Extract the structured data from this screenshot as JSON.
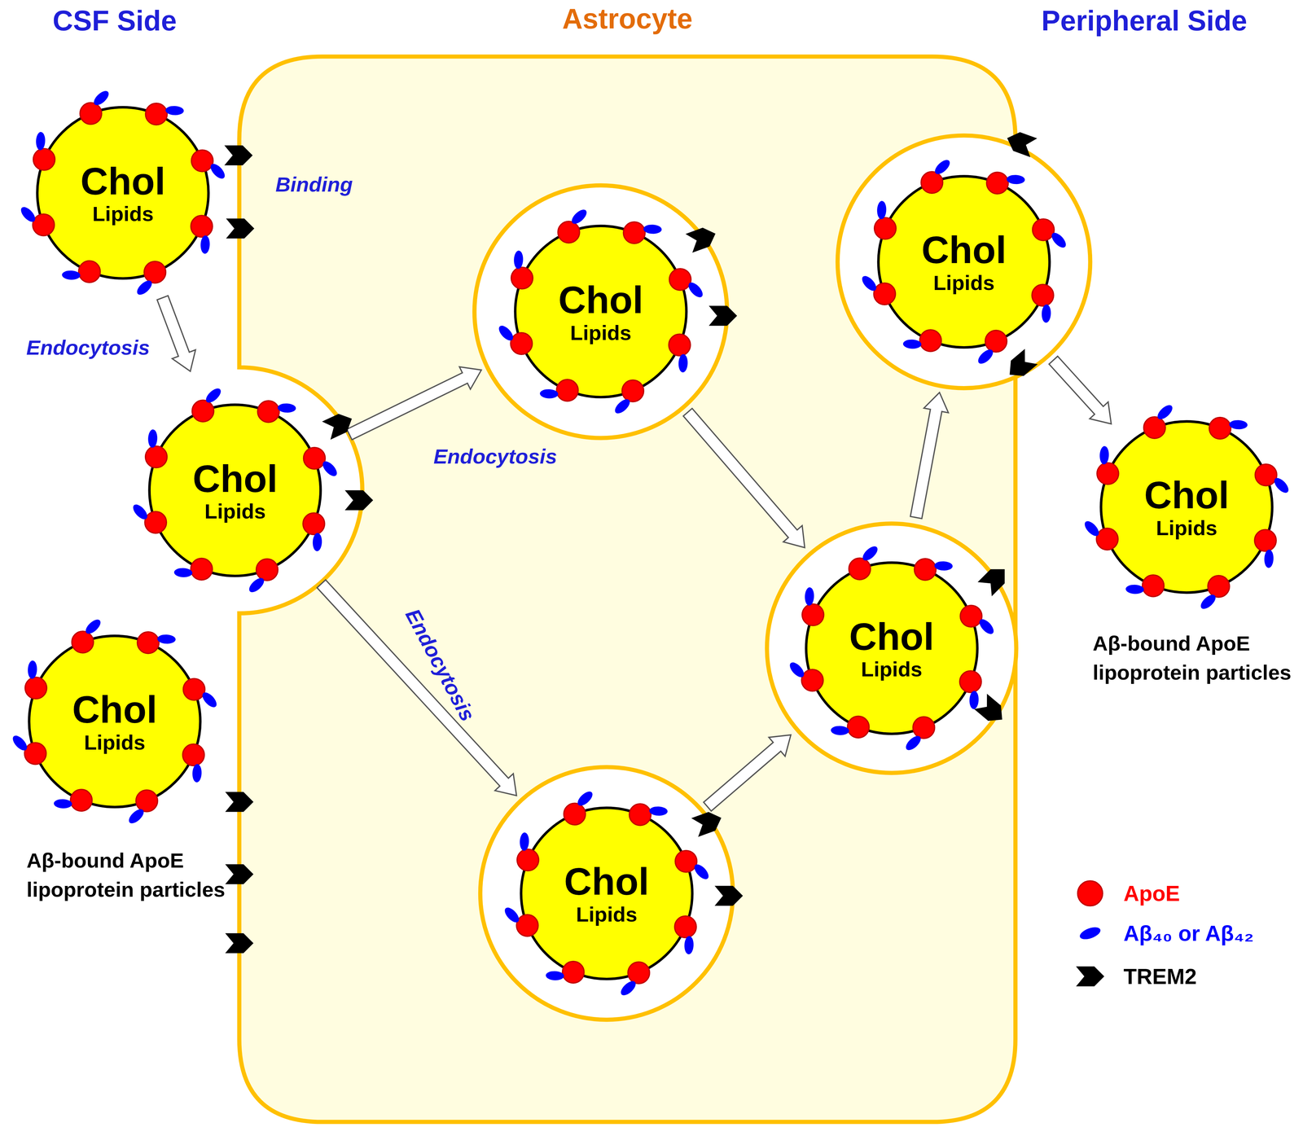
{
  "diagram": {
    "nodes": [
      {
        "text": [
          "Astrocyte"
        ]
      },
      {
        "text": [
          "Chol",
          "Lipids"
        ]
      },
      {
        "text": [
          "Chol",
          "Lipids"
        ]
      },
      {
        "text": [
          "Chol",
          "Lipids"
        ]
      },
      {
        "text": [
          "Chol",
          "Lipids"
        ],
        "in": 0
      },
      {
        "text": [
          "Chol",
          "Lipids"
        ],
        "in": 0
      },
      {
        "text": [
          "Chol",
          "Lipids"
        ],
        "in": 0
      },
      {
        "text": [
          "Chol",
          "Lipids"
        ],
        "in": 0
      },
      {
        "text": [
          "Chol",
          "Lipids"
        ]
      }
    ],
    "edges": [
      {
        "from": 1,
        "to": 2,
        "arrow": "to",
        "label": "Endocytosis"
      },
      {
        "from": 2,
        "to": 4,
        "arrow": "to",
        "label": "Endocytosis"
      },
      {
        "from": 2,
        "to": 5,
        "arrow": "to",
        "label": "Endocytosis"
      },
      {
        "from": 4,
        "to": 6,
        "arrow": "to"
      },
      {
        "from": 5,
        "to": 6,
        "arrow": "to"
      },
      {
        "from": 6,
        "to": 7,
        "arrow": "to"
      },
      {
        "from": 7,
        "to": 8,
        "arrow": "to"
      }
    ],
    "labels": [
      "CSF Side",
      "Peripheral Side",
      "Binding",
      "Aβ-bound ApoE lipoprotein particles",
      "Aβ-bound ApoE lipoprotein particles"
    ],
    "legend": [
      {
        "text": "ApoE",
        "color": "#ff0000"
      },
      {
        "text": "Aβ₄₀ or Aβ₄₂",
        "color": "#0000ff"
      },
      {
        "text": "TREM2"
      }
    ]
  }
}
